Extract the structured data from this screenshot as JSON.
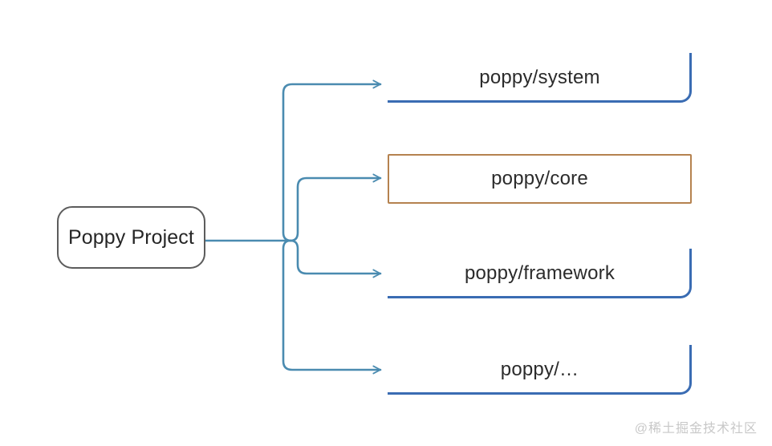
{
  "diagram": {
    "root": {
      "label": "Poppy Project",
      "shape": "rounded-rectangle",
      "border_color": "#5c5c5c"
    },
    "branches": [
      {
        "label": "poppy/system",
        "style": "underline",
        "border_color": "#3a6cb3",
        "clipped_top": true
      },
      {
        "label": "poppy/core",
        "style": "boxed-highlight",
        "border_color": "#b5824f"
      },
      {
        "label": "poppy/framework",
        "style": "underline",
        "border_color": "#3a6cb3"
      },
      {
        "label": "poppy/…",
        "style": "underline",
        "border_color": "#3a6cb3"
      }
    ],
    "connector_color": "#4a8bb0",
    "arrow_head": "open-arrow-right"
  },
  "watermark": {
    "text": "@稀土掘金技术社区",
    "color": "#c8c8c8"
  }
}
